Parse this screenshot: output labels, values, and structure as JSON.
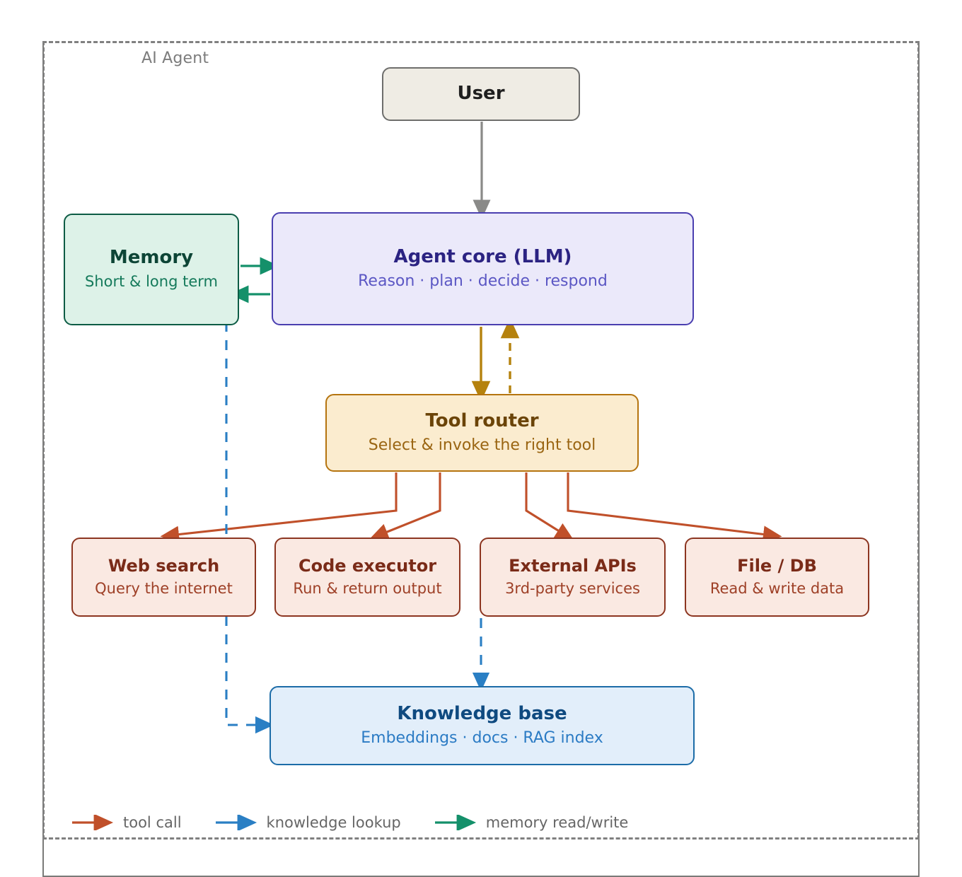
{
  "container": {
    "label": "AI Agent"
  },
  "nodes": {
    "user": {
      "title": "User",
      "subtitle": ""
    },
    "agent_core": {
      "title": "Agent core (LLM)",
      "subtitle": "Reason · plan · decide · respond"
    },
    "memory": {
      "title": "Memory",
      "subtitle": "Short & long term"
    },
    "tool_router": {
      "title": "Tool router",
      "subtitle": "Select & invoke the right tool"
    },
    "web_search": {
      "title": "Web search",
      "subtitle": "Query the internet"
    },
    "code_executor": {
      "title": "Code executor",
      "subtitle": "Run & return output"
    },
    "external_apis": {
      "title": "External APIs",
      "subtitle": "3rd-party services"
    },
    "file_db": {
      "title": "File / DB",
      "subtitle": "Read & write data"
    },
    "knowledge_base": {
      "title": "Knowledge base",
      "subtitle": "Embeddings · docs · RAG index"
    }
  },
  "legend": [
    {
      "label": "tool call",
      "color": "#c0502a",
      "style": "solid"
    },
    {
      "label": "knowledge lookup",
      "color": "#2a7fc4",
      "style": "solid"
    },
    {
      "label": "memory read/write",
      "color": "#14906a",
      "style": "solid"
    }
  ],
  "edges": [
    {
      "from": "user",
      "to": "agent_core",
      "kind": "flow",
      "color": "#8a8a88",
      "style": "solid"
    },
    {
      "from": "memory",
      "to": "agent_core",
      "kind": "memory-write",
      "color": "#14906a",
      "style": "solid"
    },
    {
      "from": "agent_core",
      "to": "memory",
      "kind": "memory-read",
      "color": "#14906a",
      "style": "solid"
    },
    {
      "from": "agent_core",
      "to": "tool_router",
      "kind": "dispatch",
      "color": "#b5820e",
      "style": "solid"
    },
    {
      "from": "tool_router",
      "to": "agent_core",
      "kind": "tool-result",
      "color": "#b5820e",
      "style": "dashed"
    },
    {
      "from": "tool_router",
      "to": "web_search",
      "kind": "tool call",
      "color": "#c0502a",
      "style": "solid"
    },
    {
      "from": "tool_router",
      "to": "code_executor",
      "kind": "tool call",
      "color": "#c0502a",
      "style": "solid"
    },
    {
      "from": "tool_router",
      "to": "external_apis",
      "kind": "tool call",
      "color": "#c0502a",
      "style": "solid"
    },
    {
      "from": "tool_router",
      "to": "file_db",
      "kind": "tool call",
      "color": "#c0502a",
      "style": "solid"
    },
    {
      "from": "agent_core",
      "to": "knowledge_base",
      "kind": "knowledge lookup",
      "color": "#2a7fc4",
      "style": "dashed"
    },
    {
      "from": "external_apis",
      "to": "knowledge_base",
      "kind": "knowledge lookup",
      "color": "#2a7fc4",
      "style": "dashed"
    }
  ],
  "colors": {
    "tool_call": "#c0502a",
    "knowledge_lookup": "#2a7fc4",
    "memory": "#14906a",
    "dispatch": "#b5820e",
    "flow": "#8a8a88",
    "container_border": "#808080"
  }
}
